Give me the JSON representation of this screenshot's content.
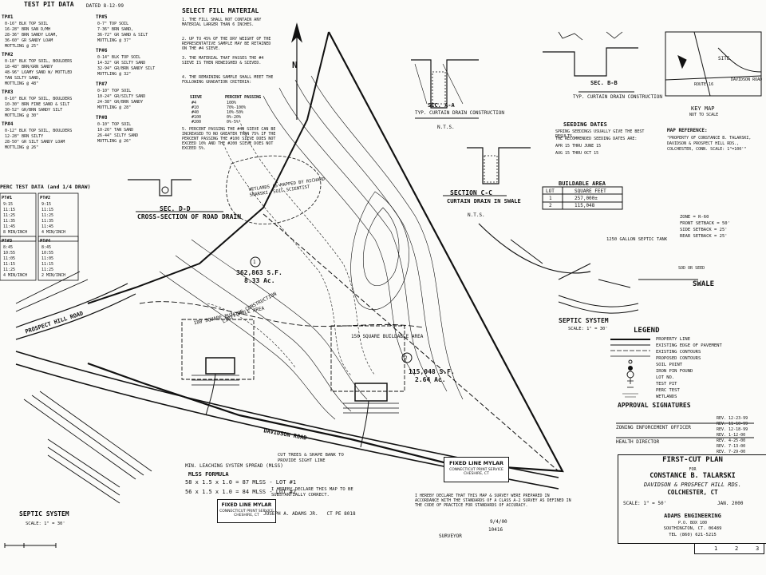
{
  "north_label": "N",
  "test_pit_data": {
    "title": "TEST PIT DATA",
    "dated": "DATED 8-12-99",
    "pits": [
      {
        "id": "TP#1",
        "lines": [
          "0-16\" BLK TOP SOIL",
          "16-28\" BRN SAN D/MH",
          "28-36\" BRN SANDY LOAM,",
          "36-60\" GR SANDY LOAM",
          "MOTTLING @ 25\""
        ]
      },
      {
        "id": "TP#2",
        "lines": [
          "0-18\" BLK TOP SOIL, BOULDERS",
          "18-48\" BRN/GRN SANDY",
          "48-96\" LOAMY SAND W/ MOTTLED",
          "TAN SILTY SAND,",
          "MOTTLING @ 48\""
        ]
      },
      {
        "id": "TP#3",
        "lines": [
          "0-10\" BLK TOP SOIL, BOULDERS",
          "10-30\" BRN FINE SAND & SILT",
          "30-52\" GR/BRN SANDY SILT",
          "MOTTLING @ 30\""
        ]
      },
      {
        "id": "TP#4",
        "lines": [
          "0-12\" BLK TOP SOIL, BOULDERS",
          "12-28\" BRN SILTY",
          "28-50\" GR SILT SANDY LOAM",
          "MOTTLING @ 26\""
        ]
      }
    ],
    "pits_right": [
      {
        "id": "TP#5",
        "lines": [
          "0-7\" TOP SOIL",
          "7-36\" BRN SAND,",
          "36-72\" GR SAND & SILT",
          "MOTTLING @ 37\""
        ]
      },
      {
        "id": "TP#6",
        "lines": [
          "0-14\" BLK TOP SOIL",
          "14-32\" GR SILTY SAND",
          "32-94\" GR/BRN SANDY SILT",
          "MOTTLING @ 32\""
        ]
      },
      {
        "id": "TP#7",
        "lines": [
          "0-10\" TOP SOIL",
          "10-24\" GR/SILTY SAND",
          "24-38\" GR/BRN SANDY",
          "MOTTLING @ 28\""
        ]
      },
      {
        "id": "TP#8",
        "lines": [
          "0-10\" TOP SOIL",
          "10-26\" TAN SAND",
          "26-44\" SILTY SAND",
          "MOTTLING @ 26\""
        ]
      }
    ]
  },
  "perc_data": {
    "title": "PERC TEST DATA (and 1/4 DRAW)",
    "tables": [
      {
        "head": "PT#1",
        "rows": [
          "9:15",
          "11:15",
          "11:25",
          "11:35",
          "11:45",
          "8 MIN/INCH"
        ]
      },
      {
        "head": "PT#2",
        "rows": [
          "9:15",
          "11:15",
          "11:25",
          "11:35",
          "11:45",
          "4 MIN/INCH"
        ]
      },
      {
        "head": "PT#3",
        "rows": [
          "8:45",
          "10:55",
          "11:05",
          "11:15",
          "11:25",
          "4 MIN/INCH"
        ]
      },
      {
        "head": "PT#4",
        "rows": [
          "8:45",
          "10:55",
          "11:05",
          "11:15",
          "11:25",
          "2 MIN/INCH"
        ]
      }
    ]
  },
  "select_fill": {
    "title": "SELECT FILL MATERIAL",
    "items": [
      "1. THE FILL SHALL NOT CONTAIN ANY MATERIAL LARGER THAN 6 INCHES.",
      "2. UP TO 45% OF THE DRY WEIGHT OF THE REPRESENTATIVE SAMPLE MAY BE RETAINED ON THE #4 SIEVE.",
      "3. THE MATERIAL THAT PASSES THE #4 SIEVE IS THEN REWEIGHED & SIEVED.",
      "4. THE REMAINING SAMPLE SHALL MEET THE FOLLOWING GRADATION CRITERIA:"
    ],
    "gradation_header": [
      "SIEVE",
      "PERCENT PASSING"
    ],
    "gradation": [
      [
        "#4",
        "100%"
      ],
      [
        "#10",
        "70%-100%"
      ],
      [
        "#40",
        "10%-50%"
      ],
      [
        "#100",
        "0%-20%"
      ],
      [
        "#200",
        "0%-5%"
      ]
    ],
    "note": "5. PERCENT PASSING THE #40 SIEVE CAN BE INCREASED TO NO GREATER THAN 75% IF THE PERCENT PASSING THE #100 SIEVE DOES NOT EXCEED 10% AND THE #200 SIEVE DOES NOT EXCEED 5%."
  },
  "sections": {
    "aa": {
      "title": "SEC. A-A",
      "sub": "TYP. CURTAIN DRAIN CONSTRUCTION",
      "scale": "N.T.S."
    },
    "bb": {
      "title": "SEC. B-B",
      "sub": "TYP. CURTAIN DRAIN CONSTRUCTION"
    },
    "cc": {
      "title": "SECTION C-C",
      "sub": "CURTAIN DRAIN IN SWALE",
      "scale": "N.T.S."
    },
    "dd": {
      "title": "SEC. D-D",
      "sub": "CROSS-SECTION OF ROAD DRAIN"
    }
  },
  "seeding": {
    "title": "SEEDING DATES",
    "lines": [
      "SPRING SEEDINGS USUALLY GIVE THE BEST RESULTS.",
      "THE RECOMMENDED SEEDING DATES ARE:",
      "APR 15 THRU JUNE 15",
      "AUG 15 THRU OCT 15"
    ]
  },
  "buildable": {
    "title": "BUILDABLE AREA",
    "header": [
      "LOT",
      "SQUARE FEET"
    ],
    "rows": [
      [
        "1",
        "257,000±"
      ],
      [
        "2",
        "115,048"
      ]
    ]
  },
  "key_map": {
    "title": "KEY MAP",
    "sub": "NOT TO SCALE",
    "labels": [
      "SITE",
      "ROUTE 16",
      "DAVIDSON ROAD"
    ]
  },
  "map_ref": {
    "title": "MAP REFERENCE:",
    "lines": [
      "\"PROPERTY OF CONSTANCE B. TALARSKI, DAVIDSON & PROSPECT HILL RDS., COLCHESTER, CONN. SCALE: 1\"=100'\""
    ]
  },
  "zone": {
    "title": "ZONE = R-60",
    "lines": [
      "FRONT SETBACK = 50'",
      "SIDE SETBACK = 25'",
      "REAR SETBACK = 25'"
    ]
  },
  "swale": {
    "title": "SWALE",
    "note": "SOD OR SEED"
  },
  "legend": {
    "title": "LEGEND",
    "items": [
      "PROPERTY LINE",
      "EXISTING EDGE OF PAVEMENT",
      "EXISTING CONTOURS",
      "PROPOSED CONTOURS",
      "SOIL POINT",
      "IRON PIN FOUND",
      "LOT NO.",
      "TEST PIT",
      "PERC TEST",
      "WETLANDS"
    ]
  },
  "approval": {
    "title": "APPROVAL SIGNATURES",
    "zeo": "ZONING ENFORCEMENT OFFICER",
    "health": "HEALTH DIRECTOR"
  },
  "revisions": [
    "REV. 12-23-99",
    "REV. 11-10-99",
    "REV. 12-18-99",
    "REV. 1-12-00",
    "REV. 4-25-00",
    "REV. 7-13-00",
    "REV. 7-29-00"
  ],
  "lots": {
    "lot1": {
      "num": "1",
      "area": "362,863 S.F.",
      "acres": "8.33 Ac."
    },
    "lot2": {
      "num": "2",
      "area": "115,048 S.F.",
      "acres": "2.64 Ac."
    }
  },
  "plan_notes": {
    "limit": "LIMIT OF CONSTRUCTION",
    "bldg1": "180 SQUARE BUILDABLE AREA",
    "bldg2": "150 SQUARE BUILDABLE AREA",
    "wetlands": "WETLANDS AS MAPPED BY RICHARD SNARSKI, SOIL SCIENTIST",
    "road_davidson": "DAVIDSON ROAD",
    "road_prospect": "PROSPECT HILL ROAD",
    "cut_trees": "CUT TREES & SHAPE BANK TO PROVIDE SIGHT LINE",
    "septic_tank": "1250 GALLON SEPTIC TANK",
    "fixed_line1": "FIXED LINE MYLAR",
    "fixed_line2": "CONNECTICUT PRINT SERVICE CHESHIRE, CT"
  },
  "mlss": {
    "title": "MLSS FORMULA",
    "lines": [
      "58 x 1.5 x 1.0 = 87 MLSS - LOT #1",
      "56 x 1.5 x 1.0 = 84 MLSS - LOT #2"
    ],
    "spread": "MIN. LEACHING SYSTEM SPREAD (MLSS)"
  },
  "septic_left": {
    "title": "SEPTIC SYSTEM",
    "scale": "SCALE: 1\" = 30'"
  },
  "septic_right": {
    "title": "SEPTIC SYSTEM",
    "scale": "SCALE: 1\" = 30'"
  },
  "declaration": {
    "text": "I HEREBY DECLARE THIS MAP TO BE SUBSTANTIALLY CORRECT.",
    "engineer": "JOSEPH A. ADAMS JR.   CT PE 8018",
    "surveyor_text": "I HEREBY DECLARE THAT THIS MAP & SURVEY WERE PREPARED IN ACCORDANCE WITH THE STANDARDS OF A CLASS A-2 SURVEY AS DEFINED IN THE CODE OF PRACTICE FOR STANDARDS OF ACCURACY.",
    "surveyor": "SURVEYOR",
    "lic": "10416",
    "date": "9/4/00"
  },
  "title_block": {
    "plan": "FIRST-CUT PLAN",
    "for": "FOR",
    "owner": "CONSTANCE B. TALARSKI",
    "location": "DAVIDSON & PROSPECT HILL RDS.",
    "town": "COLCHESTER, CT",
    "scale": "SCALE: 1\" = 50'",
    "date": "JAN. 2000",
    "firm": "ADAMS ENGINEERING",
    "box": "P.O. BOX 100",
    "city": "SOUTHINGTON, CT. 06489",
    "tel": "TEL (860) 621-5215"
  },
  "ruler": [
    "1",
    "2",
    "3"
  ]
}
